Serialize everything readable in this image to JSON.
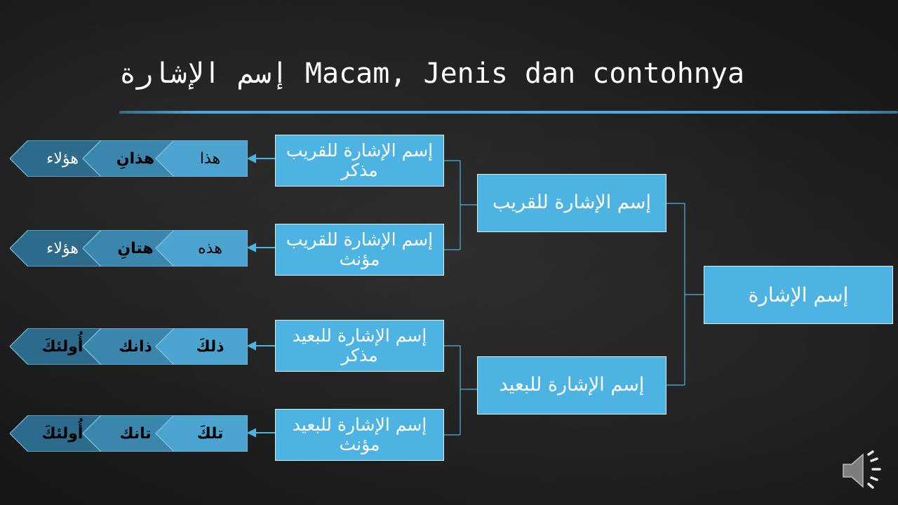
{
  "slide": {
    "title": "إسم الإشارة Macam, Jenis dan contohnya"
  },
  "colors": {
    "box_fill": "#4cb3e2",
    "connector": "#4cb3e2",
    "chevron_light": "#4aa4cf",
    "chevron_mid": "#3a86ad",
    "chevron_dark": "#2c6b8c"
  },
  "tree": {
    "root": "إسم الإشارة",
    "near": "إسم الإشارة للقريب",
    "far": "إسم الإشارة للبعيد",
    "near_masc": "إسم الإشارة للقريب مذكر",
    "near_fem": "إسم الإشارة للقريب مؤنث",
    "far_masc": "إسم الإشارة للبعيد مذكر",
    "far_fem": "إسم الإشارة للبعيد مؤنث"
  },
  "examples": [
    {
      "singular": "هذا",
      "dual": "هذانِ",
      "plural": "هؤلاء"
    },
    {
      "singular": "هذه",
      "dual": "هتانِ",
      "plural": "هؤلاء"
    },
    {
      "singular": "ذلكَ",
      "dual": "ذانك",
      "plural": "أُولئكَ"
    },
    {
      "singular": "تلكَ",
      "dual": "تانك",
      "plural": "أُولئكَ"
    }
  ],
  "icons": {
    "speaker": "speaker-icon"
  }
}
